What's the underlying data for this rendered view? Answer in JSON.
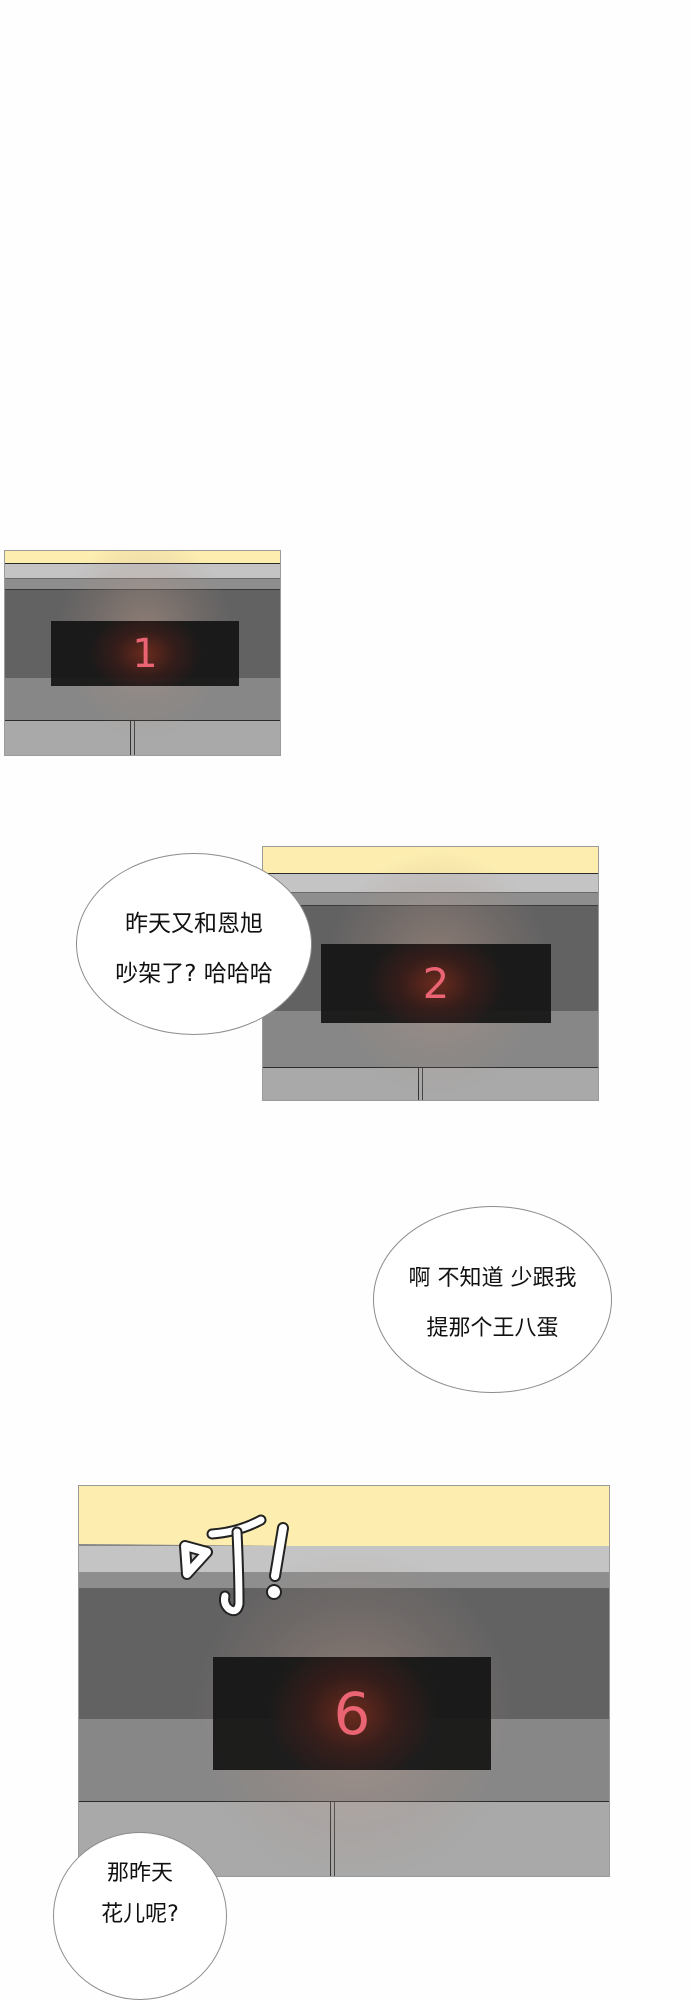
{
  "page": {
    "background": "#fefefe"
  },
  "panels": [
    {
      "id": "panel-1",
      "floor_indicator": "1",
      "digit_color": "#ea6474"
    },
    {
      "id": "panel-2",
      "floor_indicator": "2",
      "digit_color": "#ea6474"
    },
    {
      "id": "panel-4",
      "floor_indicator": "6",
      "digit_color": "#ea6474",
      "sound_effect": "叮!"
    }
  ],
  "speech_bubbles": [
    {
      "id": "bubble-1",
      "lines": [
        "昨天又和恩旭",
        "吵架了? 哈哈哈"
      ]
    },
    {
      "id": "bubble-2",
      "lines": [
        "啊 不知道 少跟我",
        "提那个王八蛋"
      ]
    },
    {
      "id": "bubble-3",
      "lines": [
        "那昨天",
        "花儿呢?"
      ]
    }
  ],
  "colors": {
    "ceiling_yellow": "#fdeeb0",
    "trim_light_gray": "#c4c4c4",
    "wall_dark_gray": "#626262",
    "floor_gray": "#a9a9a9",
    "display_black": "#1a1a1a"
  }
}
